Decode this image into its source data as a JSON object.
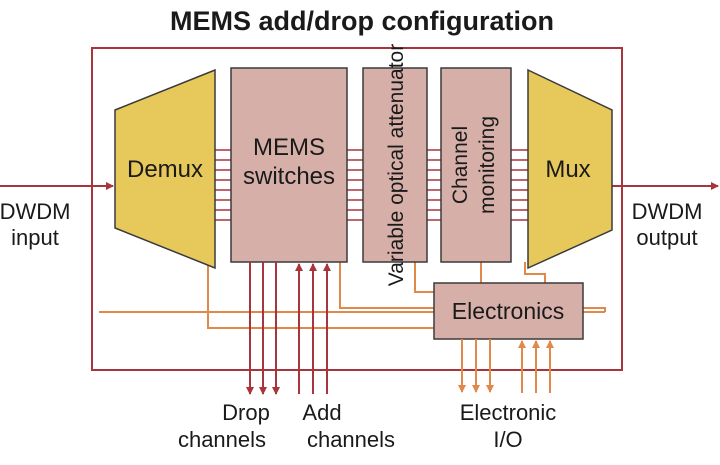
{
  "title": "MEMS add/drop configuration",
  "blocks": {
    "demux": "Demux",
    "mems_line1": "MEMS",
    "mems_line2": "switches",
    "voa": "Variable optical attenuator",
    "monitor_line1": "Channel",
    "monitor_line2": "monitoring",
    "mux": "Mux",
    "electronics": "Electronics"
  },
  "labels": {
    "input_line1": "DWDM",
    "input_line2": "input",
    "output_line1": "DWDM",
    "output_line2": "output",
    "drop_line1": "Drop",
    "drop_line2": "channels",
    "add_line1": "Add",
    "add_line2": "channels",
    "eio_line1": "Electronic",
    "eio_line2": "I/O"
  },
  "colors": {
    "frame": "#a8343c",
    "block_fill": "#d6b0a8",
    "block_stroke": "#3a3a3a",
    "demux_mux_fill": "#e6c95a",
    "control_line": "#e0894a"
  }
}
